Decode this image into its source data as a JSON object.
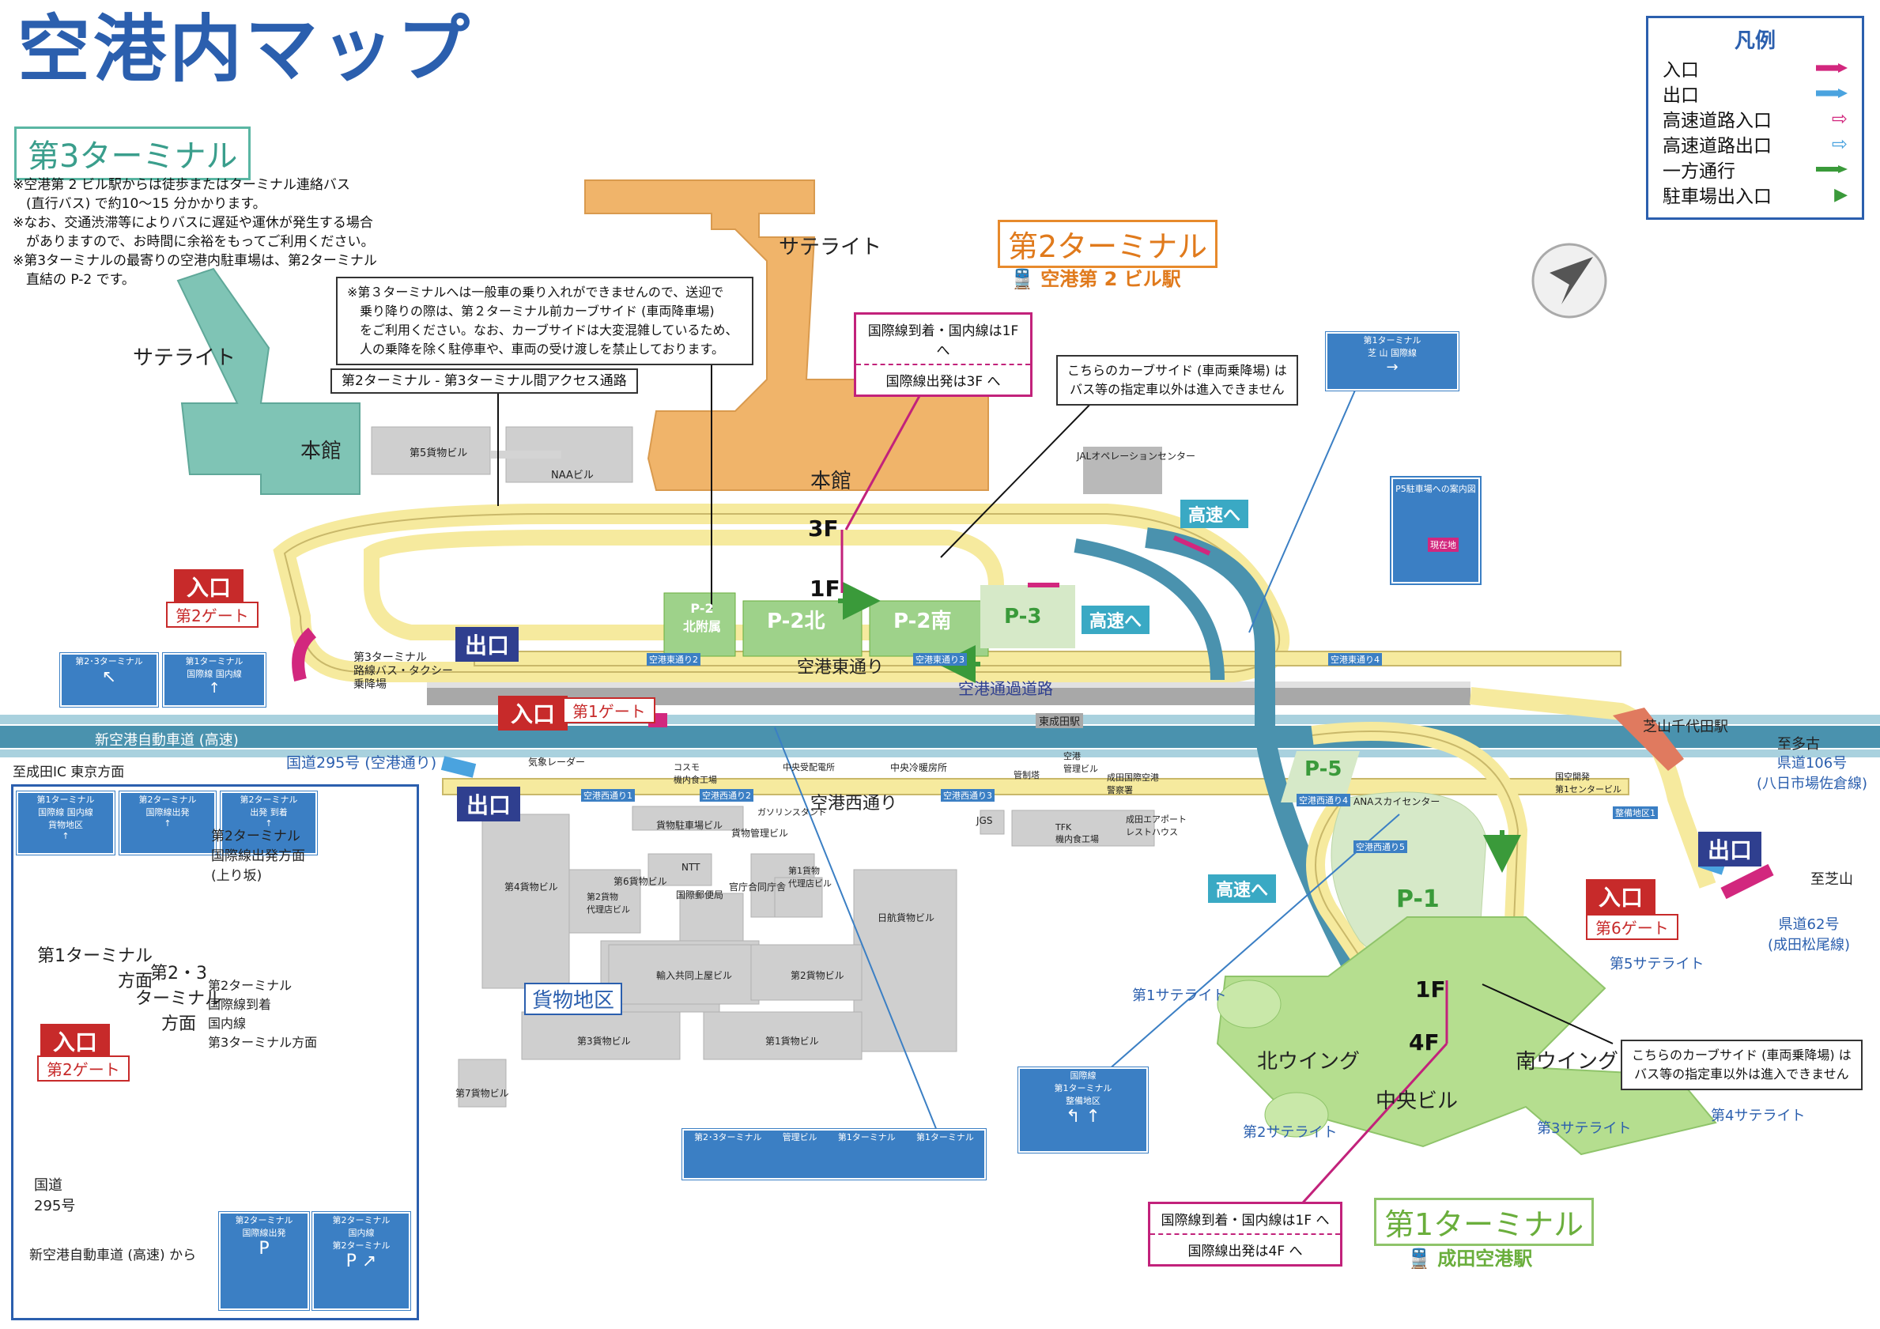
{
  "title": "空港内マップ",
  "terminal3": {
    "label": "第3ターミナル",
    "notes": "※空港第 2 ビル駅からは徒歩またはターミナル連絡バス\n　(直行バス) で約10～15 分かかります。\n※なお、交通渋滞等によりバスに遅延や運休が発生する場合\n　がありますので、お時間に余裕をもってご利用ください。\n※第3ターミナルの最寄りの空港内駐車場は、第2ターミナル\n　直結の P-2 です。",
    "satellite": "サテライト",
    "main": "本館",
    "bus_stop": "第3ターミナル\n路線バス・タクシー\n乗降場"
  },
  "notice_t3": "※第３ターミナルへは一般車の乗り入れができませんので、送迎で\n　乗り降りの際は、第２ターミナル前カーブサイド (車両降車場)\n　をご利用ください。なお、カーブサイドは大変混雑しているため、\n　人の乗降を除く駐停車や、車両の受け渡しを禁止しております。",
  "access_road": "第2ターミナル - 第3ターミナル間アクセス通路",
  "legend": {
    "title": "凡例",
    "items": [
      {
        "label": "入口",
        "color": "#d2277e",
        "style": "solid"
      },
      {
        "label": "出口",
        "color": "#4aa3df",
        "style": "solid"
      },
      {
        "label": "高速道路入口",
        "color": "#d2277e",
        "style": "outline"
      },
      {
        "label": "高速道路出口",
        "color": "#4aa3df",
        "style": "outline"
      },
      {
        "label": "一方通行",
        "color": "#3a9a3a",
        "style": "solid"
      },
      {
        "label": "駐車場出入口",
        "color": "#3a9a3a",
        "style": "triangle"
      }
    ]
  },
  "terminal2": {
    "label": "第2ターミナル",
    "station": "空港第 2 ビル駅",
    "satellite": "サテライト",
    "main": "本館",
    "floor_box": [
      "国際線到着・国内線は1F へ",
      "国際線出発は3F へ"
    ],
    "curbside": "こちらのカーブサイド (車両乗降場) は\nバス等の指定車以外は進入できません",
    "floors": [
      "3F",
      "1F"
    ],
    "jal": "JALオペレーションセンター"
  },
  "terminal1": {
    "label": "第1ターミナル",
    "station": "成田空港駅",
    "floor_box": [
      "国際線到着・国内線は1F へ",
      "国際線出発は4F へ"
    ],
    "curbside": "こちらのカーブサイド (車両乗降場) は\nバス等の指定車以外は進入できません",
    "north": "北ウイング",
    "south": "南ウイング",
    "center": "中央ビル",
    "floors": [
      "1F",
      "4F"
    ],
    "satellites": [
      "第1サテライト",
      "第2サテライト",
      "第3サテライト",
      "第4サテライト",
      "第5サテライト"
    ]
  },
  "parking": {
    "p2_annex": "P-2\n北附属",
    "p2_north": "P-2北",
    "p2_south": "P-2南",
    "p3": "P-3",
    "p5": "P-5",
    "p1": "P-1",
    "p5_guide": "P5駐車場への案内図",
    "here": "現在地"
  },
  "gates": {
    "entrance": "入口",
    "exit": "出口",
    "gate1": "第1ゲート",
    "gate2": "第2ゲート",
    "gate6": "第6ゲート",
    "to_highway": "高速へ"
  },
  "roads": {
    "east": "空港東通り",
    "west": "空港西通り",
    "through": "空港通過道路",
    "expressway": "新空港自動車道 (高速)",
    "route295": "国道295号 (空港通り)",
    "to_narita_ic": "至成田IC 東京方面",
    "to_takoku": "至多古",
    "pref106": "県道106号\n(八日市場佐倉線)",
    "to_shibayama": "至芝山",
    "pref62": "県道62号\n(成田松尾線)",
    "shibayama_station": "芝山千代田駅",
    "higashi_narita": "東成田駅"
  },
  "cargo": {
    "label": "貨物地区",
    "buildings": [
      "第5貨物ビル",
      "NAAビル",
      "気象レーダー",
      "コスモ\n機内食工場",
      "中央受配電所",
      "中央冷暖房所",
      "空港\n管理ビル",
      "成田国際空港\n警察署",
      "管制塔",
      "TFK\n機内食工場",
      "成田エアポート\nレストハウス",
      "JGS",
      "貨物駐車場ビル",
      "貨物管理ビル",
      "ガソリンスタンド",
      "NTT",
      "国際郵便局",
      "官庁合同庁舎",
      "第1貨物\n代理店ビル",
      "第4貨物ビル",
      "第6貨物ビル",
      "第2貨物\n代理店ビル",
      "日航貨物ビル",
      "輸入共同上屋ビル",
      "第2貨物ビル",
      "第3貨物ビル",
      "第1貨物ビル",
      "第7貨物ビル",
      "ANAスカイセンター",
      "国空開発\n第1センタービル"
    ]
  },
  "signals": [
    "空港東通り2",
    "空港東通り3",
    "空港東通り4",
    "空港西通り1",
    "空港西通り2",
    "空港西通り3",
    "空港西通り4",
    "空港西通り5",
    "整備地区1"
  ],
  "inset": {
    "t1_direction": "第1ターミナル\n方面",
    "t23_direction": "第2・3\nターミナル\n方面",
    "t2_dep": "第2ターミナル\n国際線出発方面\n(上り坂)",
    "t2_arr": "第2ターミナル\n国際線到着\n国内線\n第3ターミナル方面",
    "route295": "国道\n295号",
    "from_expressway": "新空港自動車道 (高速) から",
    "entrance": "入口",
    "gate2": "第2ゲート"
  },
  "signs": {
    "t23": "第2･3ターミナル",
    "t1": "第1ターミナル",
    "t2": "第2ターミナル",
    "intl": "国際線",
    "dom": "国内線",
    "cargo": "貨物地区",
    "intl_dep": "国際線出発",
    "maint": "整備地区",
    "shibayama": "芝 山",
    "admin": "管理ビル",
    "departure": "出発",
    "arrival": "到着"
  },
  "colors": {
    "road_yellow": "#f6ea9e",
    "road_border": "#c9b86a",
    "expressway": "#3f8aa6",
    "t2_orange": "#f0b46a",
    "t1_green": "#b5de8f",
    "t3_teal": "#7fc4b5",
    "building_gray": "#cfcfcf",
    "title_blue": "#2b5fae"
  }
}
